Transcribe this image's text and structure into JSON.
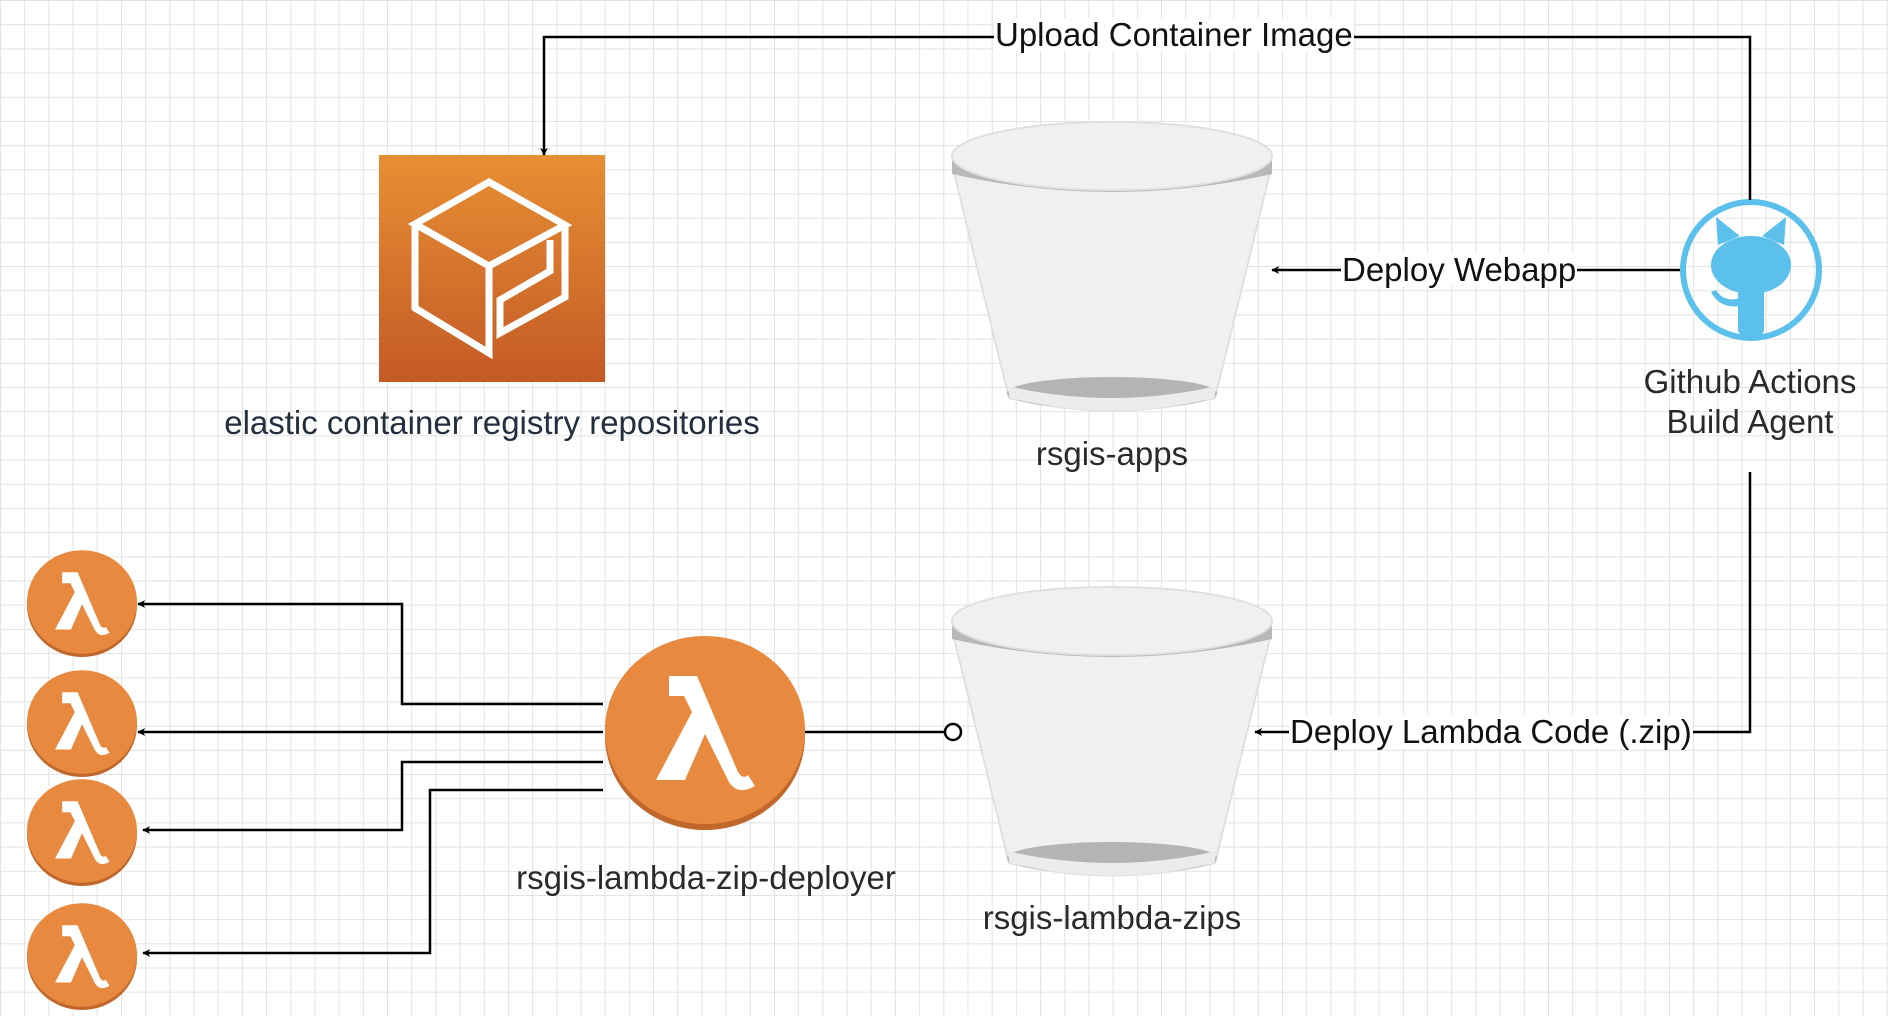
{
  "nodes": {
    "ecr": {
      "label": "elastic container registry repositories",
      "icon": "ecr-icon",
      "gradient": [
        "#e78f33",
        "#c45a26"
      ]
    },
    "bucket_apps": {
      "label": "rsgis-apps",
      "icon": "s3-bucket-icon"
    },
    "bucket_zips": {
      "label": "rsgis-lambda-zips",
      "icon": "s3-bucket-icon"
    },
    "agent": {
      "label_lines": [
        "Github Actions",
        "Build Agent"
      ],
      "icon": "github-icon",
      "color": "#5bc0eb"
    },
    "deployer": {
      "label": "rsgis-lambda-zip-deployer",
      "icon": "lambda-icon"
    },
    "targets": {
      "count": 4,
      "icon": "lambda-icon"
    }
  },
  "edges": {
    "upload": "Upload Container Image",
    "deploy_webapp": "Deploy Webapp",
    "deploy_lambda": "Deploy Lambda Code (.zip)"
  },
  "colors": {
    "lambda_fill": "#e7893f",
    "lambda_shadow": "#c0682c",
    "bucket_fill": "#f0f0f0",
    "bucket_stroke": "#e0e0e0",
    "bucket_band": "#b4b4b4",
    "edge": "#000000"
  }
}
